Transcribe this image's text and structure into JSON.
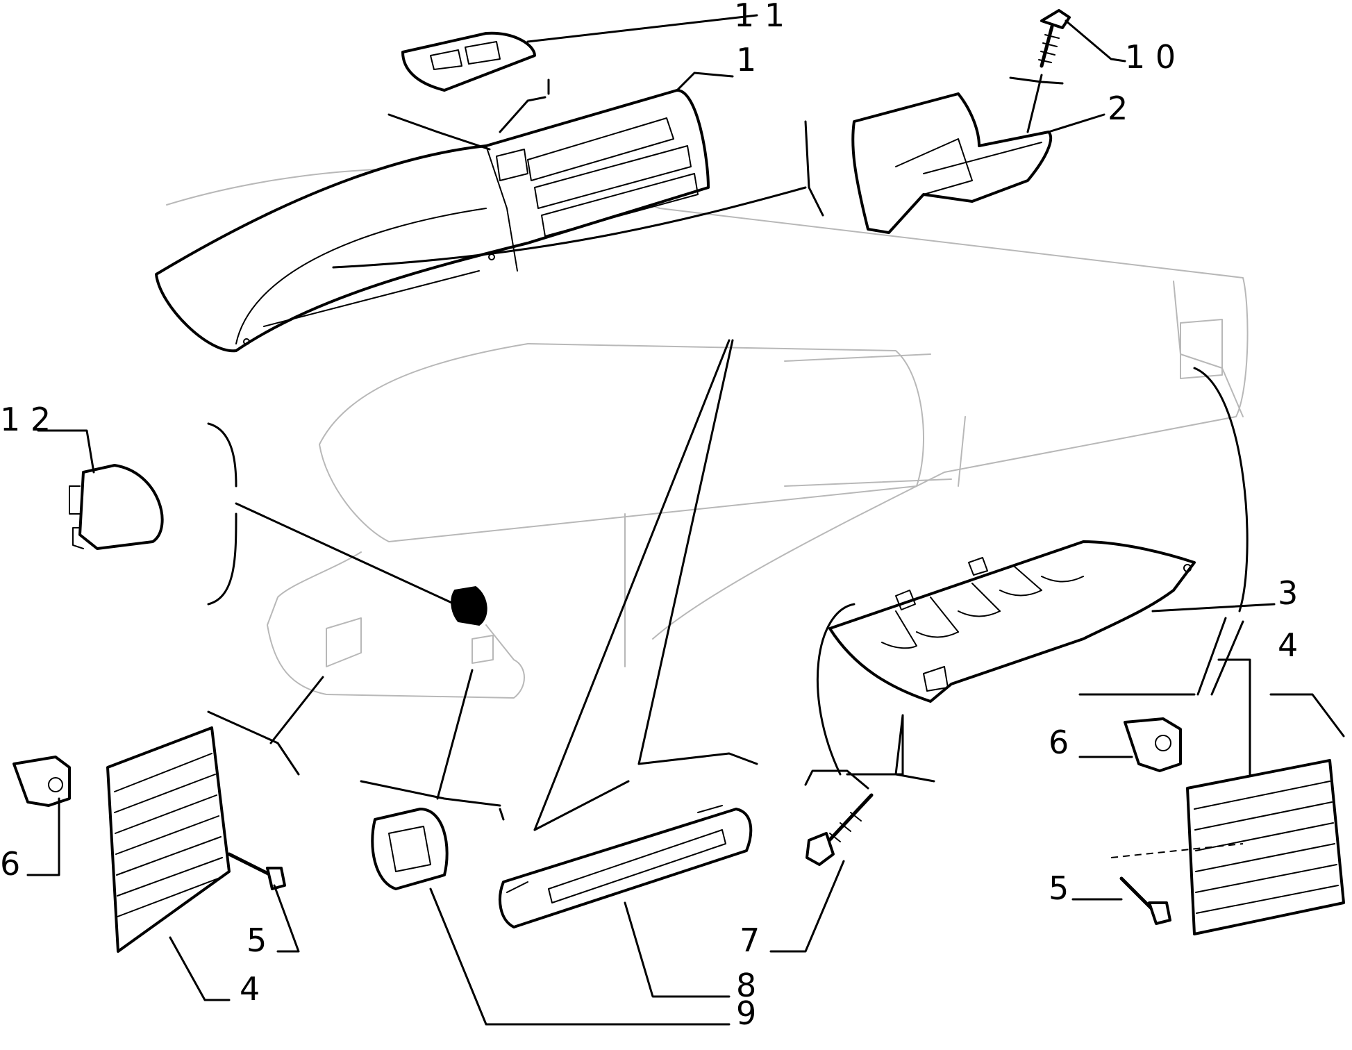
{
  "callouts": {
    "c1": "1",
    "c2": "2",
    "c3": "3",
    "c4_right": "4",
    "c4_left": "4",
    "c5_left": "5",
    "c5_right": "5",
    "c6_left": "6",
    "c6_right": "6",
    "c7": "7",
    "c8": "8",
    "c9": "9",
    "c10": "1 0",
    "c11": "1 1",
    "c12": "1 2"
  },
  "colors": {
    "line": "#000000",
    "ghost_outline": "#b8b8b8",
    "background": "#ffffff"
  }
}
